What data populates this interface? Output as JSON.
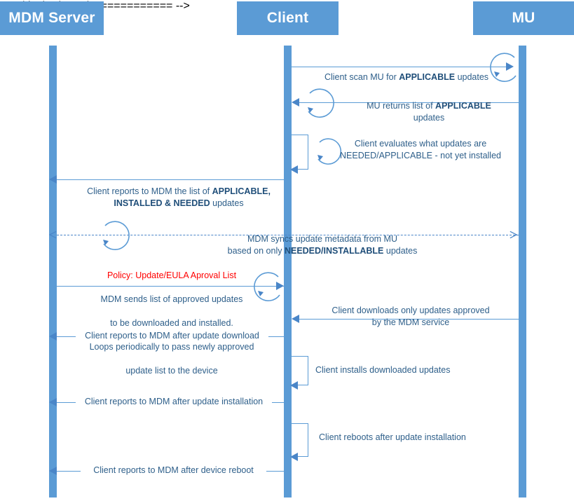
{
  "diagram": {
    "title": "MDM / Client / MU update sequence",
    "accent_color": "#5B9BD5",
    "line_color": "#4A86C8",
    "text_color": "#2E5F8A",
    "policy_color": "#FF0000",
    "background": "#FFFFFF"
  },
  "actors": [
    {
      "id": "mdm",
      "label": "MDM Server"
    },
    {
      "id": "client",
      "label": "Client"
    },
    {
      "id": "mu",
      "label": "MU"
    }
  ],
  "messages": [
    {
      "id": "m1",
      "from": "client",
      "to": "mu",
      "label": "Client scan MU for APPLICABLE updates",
      "label_parts": [
        {
          "text": "Client scan MU for ",
          "bold": false
        },
        {
          "text": "APPLICABLE",
          "bold": true
        },
        {
          "text": " updates",
          "bold": false
        }
      ],
      "style": "solid",
      "direction": "right",
      "self_loop": "circle"
    },
    {
      "id": "m2",
      "from": "mu",
      "to": "client",
      "label": "MU returns list of APPLICABLE\nupdates",
      "label_parts": [
        {
          "text": "MU returns list of ",
          "bold": false
        },
        {
          "text": "APPLICABLE",
          "bold": true
        },
        {
          "text": "\nupdates",
          "bold": false
        }
      ],
      "style": "solid",
      "direction": "left",
      "self_loop": "circle"
    },
    {
      "id": "m3",
      "from": "client",
      "to": "client",
      "label": "Client evaluates what updates are\nNEEDED/APPLICABLE - not yet installed",
      "label_parts": [
        {
          "text": "Client evaluates what updates are\nNEEDED/APPLICABLE - not yet installed",
          "bold": false
        }
      ],
      "style": "solid",
      "direction": "left",
      "self_loop": "bracket"
    },
    {
      "id": "m4",
      "from": "client",
      "to": "mdm",
      "label": "Client reports to MDM the list of APPLICABLE,\nINSTALLED & NEEDED updates",
      "label_parts": [
        {
          "text": "Client reports to MDM the list of ",
          "bold": false
        },
        {
          "text": "APPLICABLE,",
          "bold": true
        },
        {
          "text": "\n",
          "bold": false
        },
        {
          "text": "INSTALLED & NEEDED",
          "bold": true
        },
        {
          "text": " updates",
          "bold": false
        }
      ],
      "style": "solid",
      "direction": "left",
      "self_loop": "none"
    },
    {
      "id": "m5",
      "from": "mdm",
      "to": "mu",
      "label": "MDM syncs update metadata from MU\nbased on only NEEDED/INSTALLABLE updates",
      "label_parts": [
        {
          "text": "MDM syncs update metadata from MU\nbased on only ",
          "bold": false
        },
        {
          "text": "NEEDED/INSTALLABLE",
          "bold": true
        },
        {
          "text": " updates",
          "bold": false
        }
      ],
      "style": "dashed",
      "direction": "both",
      "self_loop": "circle"
    },
    {
      "id": "m6",
      "from": "mdm",
      "to": "client",
      "label": "Policy: Update/EULA Aproval List\nMDM sends list of approved updates\nto be downloaded and installed.\nLoops periodically to pass newly approved\nupdate list to the device",
      "policy_line": "Policy: Update/EULA Aproval List",
      "body_lines": [
        "MDM sends list of approved updates",
        "to be downloaded and installed.",
        "Loops periodically to pass newly approved",
        "update list to the device"
      ],
      "style": "solid",
      "direction": "right",
      "self_loop": "circle"
    },
    {
      "id": "m7",
      "from": "mu",
      "to": "client",
      "label": "Client downloads only updates approved\nby the MDM service",
      "label_parts": [
        {
          "text": "Client downloads only updates approved\nby the MDM service",
          "bold": false
        }
      ],
      "style": "solid",
      "direction": "left",
      "self_loop": "none"
    },
    {
      "id": "m8",
      "from": "client",
      "to": "mdm",
      "label": "Client reports to MDM after update download",
      "label_parts": [
        {
          "text": "Client reports to MDM after update download",
          "bold": false
        }
      ],
      "style": "solid",
      "direction": "left",
      "self_loop": "none"
    },
    {
      "id": "m9",
      "from": "client",
      "to": "client",
      "label": "Client installs downloaded updates",
      "label_parts": [
        {
          "text": "Client installs downloaded updates",
          "bold": false
        }
      ],
      "style": "solid",
      "direction": "left",
      "self_loop": "bracket"
    },
    {
      "id": "m10",
      "from": "client",
      "to": "mdm",
      "label": "Client reports to MDM after update installation",
      "label_parts": [
        {
          "text": "Client reports to MDM after update installation",
          "bold": false
        }
      ],
      "style": "solid",
      "direction": "left",
      "self_loop": "none"
    },
    {
      "id": "m11",
      "from": "client",
      "to": "client",
      "label": "Client reboots after update installation",
      "label_parts": [
        {
          "text": "Client reboots after update installation",
          "bold": false
        }
      ],
      "style": "solid",
      "direction": "left",
      "self_loop": "bracket"
    },
    {
      "id": "m12",
      "from": "client",
      "to": "mdm",
      "label": "Client reports to MDM after device reboot",
      "label_parts": [
        {
          "text": "Client reports to MDM after device reboot",
          "bold": false
        }
      ],
      "style": "solid",
      "direction": "left",
      "self_loop": "none"
    }
  ]
}
